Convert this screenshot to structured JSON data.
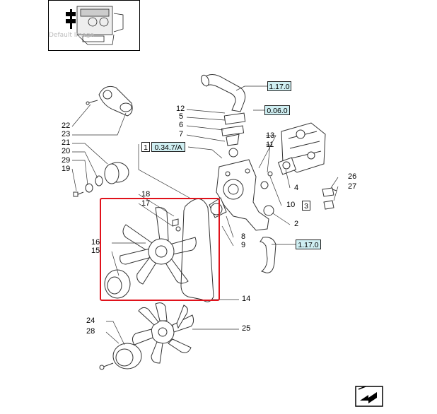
{
  "thumbnail": {
    "caption": "Default Image"
  },
  "ref_boxes": {
    "r1": "1.17.0",
    "r2": "0.06.0",
    "r3": "0.34.7/A",
    "r4": "1.17.0",
    "n1": "1",
    "n3": "3"
  },
  "part_numbers": {
    "p12": "12",
    "p5": "5",
    "p6": "6",
    "p7": "7",
    "p13": "13",
    "p11": "11",
    "p22": "22",
    "p23": "23",
    "p21": "21",
    "p20": "20",
    "p29": "29",
    "p19": "19",
    "p26": "26",
    "p27": "27",
    "p4": "4",
    "p10": "10",
    "p2": "2",
    "p18": "18",
    "p17": "17",
    "p16": "16",
    "p15": "15",
    "p8": "8",
    "p9": "9",
    "p14": "14",
    "p24": "24",
    "p28": "28",
    "p25": "25"
  },
  "colors": {
    "highlight": "#e0121b",
    "ref_fill": "#cfeff2",
    "line": "#333333"
  },
  "icons": {
    "nav": "next-page-arrow-icon"
  }
}
